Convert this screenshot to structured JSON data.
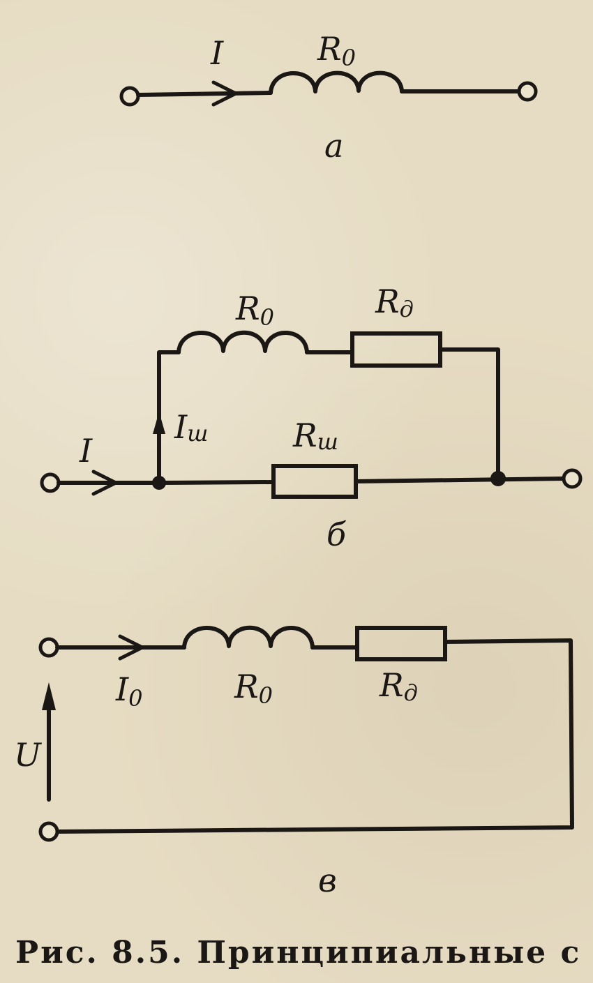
{
  "diagram_a": {
    "current_label": "I",
    "coil_label_main": "R",
    "coil_label_sub": "0",
    "panel_label": "а"
  },
  "diagram_b": {
    "current_label": "I",
    "branch_current_main": "I",
    "branch_current_sub": "ш",
    "coil_label_main": "R",
    "coil_label_sub": "0",
    "series_resistor_main": "R",
    "series_resistor_sub": "д",
    "shunt_resistor_main": "R",
    "shunt_resistor_sub": "ш",
    "panel_label": "б"
  },
  "diagram_c": {
    "current_main": "I",
    "current_sub": "0",
    "voltage_label": "U",
    "coil_label_main": "R",
    "coil_label_sub": "0",
    "resistor_main": "R",
    "resistor_sub": "д",
    "panel_label": "в"
  },
  "caption": "Рис. 8.5. Принципиальные с"
}
